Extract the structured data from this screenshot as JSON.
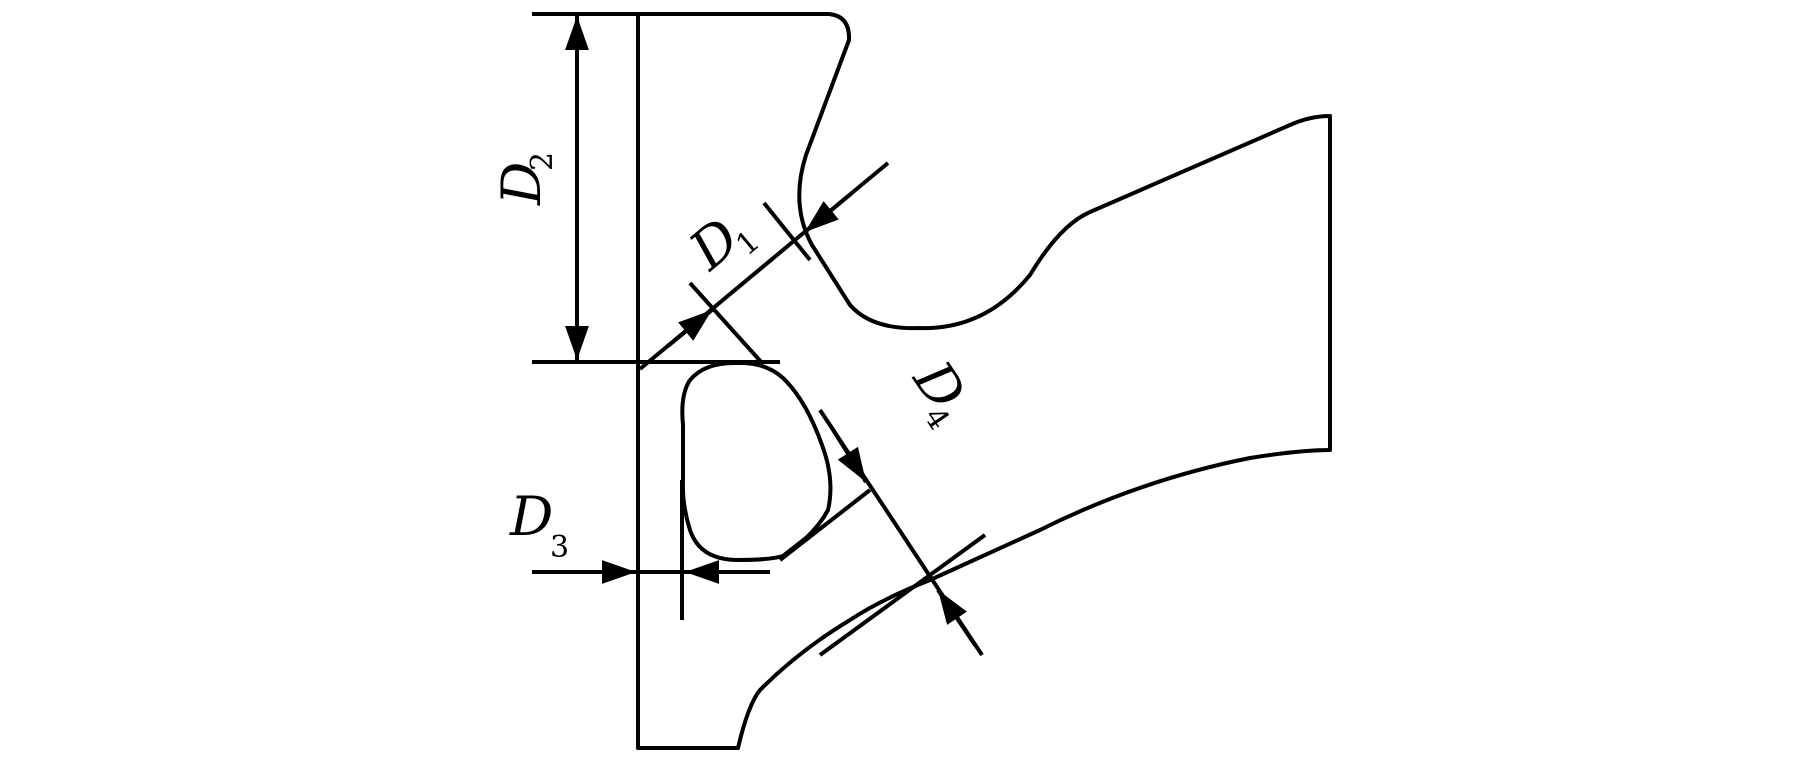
{
  "diagram": {
    "stroke_color": "#000000",
    "background": "#ffffff",
    "labels": {
      "d1": {
        "main": "D",
        "sub": "1"
      },
      "d2": {
        "main": "D",
        "sub": "2"
      },
      "d3": {
        "main": "D",
        "sub": "3"
      },
      "d4": {
        "main": "D",
        "sub": "4"
      }
    }
  }
}
